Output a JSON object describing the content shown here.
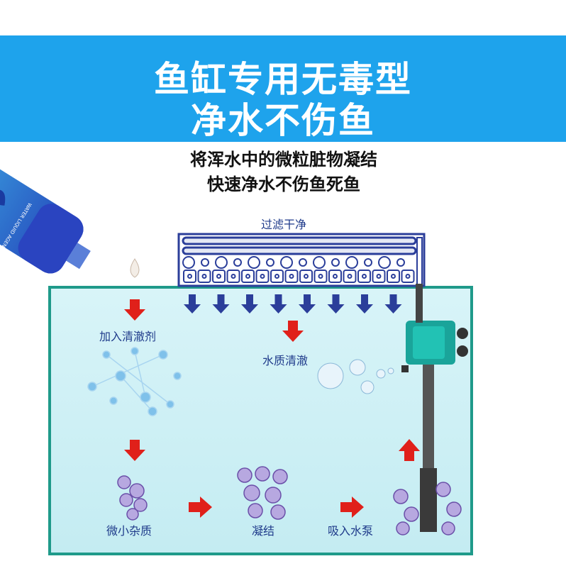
{
  "banner": {
    "title_line1": "鱼缸专用无毒型",
    "title_line2": "净水不伤鱼",
    "color": "#1ea3ec"
  },
  "subtitle": {
    "line1": "将浑水中的微粒脏物凝结",
    "line2": "快速净水不伤鱼死鱼"
  },
  "diagram": {
    "filter_label": "过滤干净",
    "step_add": "加入清澈剂",
    "step_clear": "水质清澈",
    "step_particles": "微小杂质",
    "step_coagulate": "凝结",
    "step_pump": "吸入水泵",
    "tank_border_color": "#1f9a8a",
    "filter_color": "#2b3e9a",
    "arrow_color": "#e0201a"
  },
  "bottle": {
    "label": "WATER LIQUID AGENT"
  }
}
